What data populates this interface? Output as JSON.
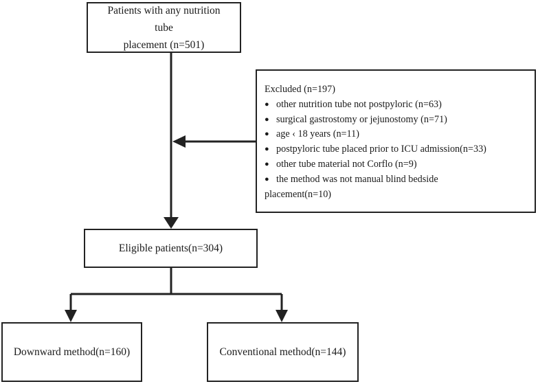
{
  "diagram": {
    "boxes": {
      "top": {
        "line1": "Patients with any nutrition tube",
        "line2": "placement (n=501)"
      },
      "excluded": {
        "title": "Excluded (n=197)",
        "items": [
          "other nutrition tube not postpyloric (n=63)",
          "surgical gastrostomy or jejunostomy (n=71)",
          "age  ‹ 18 years (n=11)",
          "postpyloric tube placed prior to ICU admission(n=33)",
          "other tube material not Corflo (n=9)",
          "the method was not manual blind bedside"
        ],
        "continuation": "placement(n=10)"
      },
      "eligible": {
        "text": "Eligible patients(n=304)"
      },
      "downward": {
        "text": "Downward method(n=160)"
      },
      "conventional": {
        "text": "Conventional method(n=144)"
      }
    },
    "bullet_glyph": "●",
    "line_color": "#222222"
  }
}
